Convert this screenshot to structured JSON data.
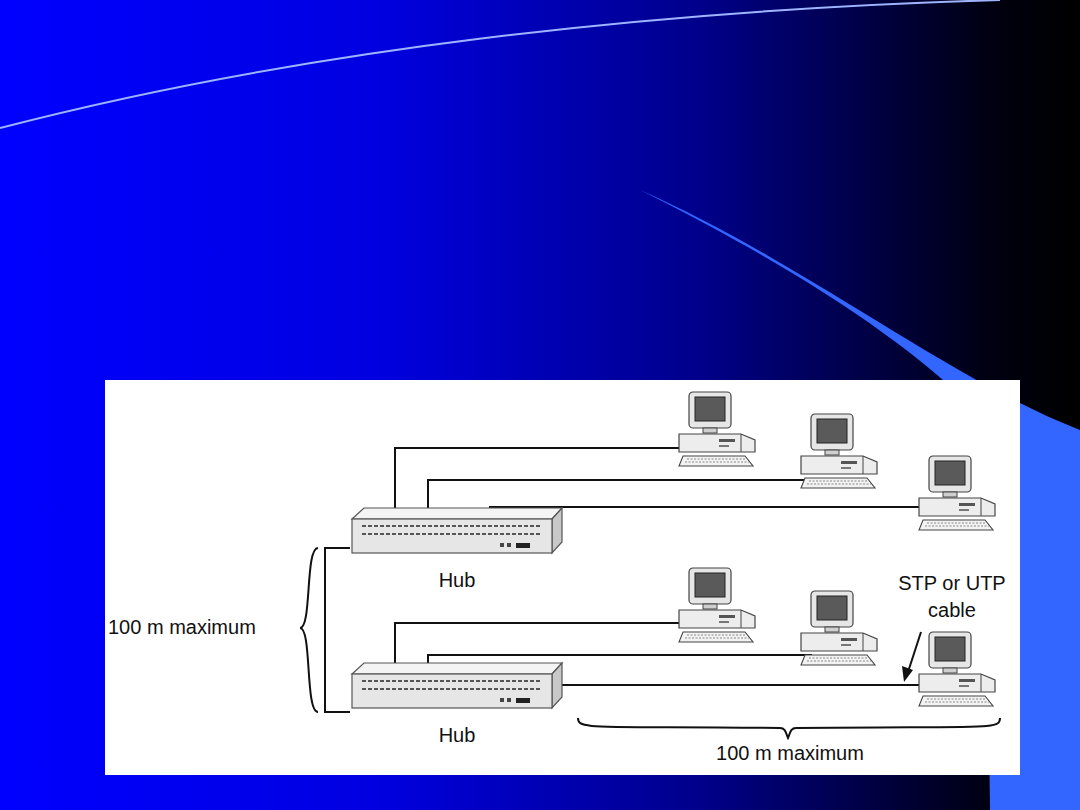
{
  "diagram": {
    "nodes": [
      {
        "text": [
          "Hub"
        ]
      },
      {
        "text": [
          "Hub"
        ]
      }
    ],
    "edges": [
      {
        "from": 0,
        "to": 1,
        "arrow": "none"
      }
    ],
    "labels": [
      "100 m maximum",
      "STP or UTP cable",
      "100 m maximum"
    ]
  }
}
